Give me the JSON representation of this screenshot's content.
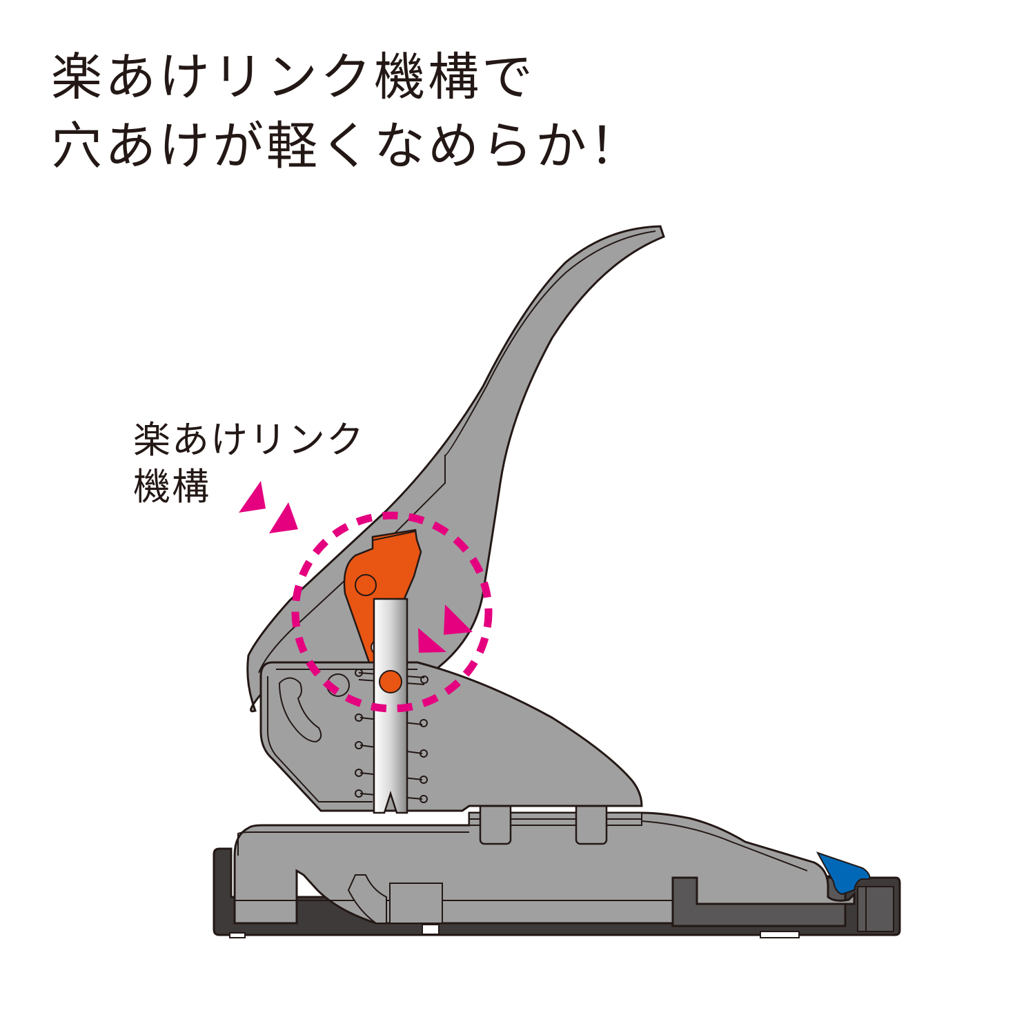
{
  "headline": {
    "line1": "楽あけリンク機構で",
    "line2": "穴あけが軽くなめらか！"
  },
  "callout": {
    "line1": "楽あけリンク",
    "line2": "機構"
  },
  "illustration": {
    "subject": "two-hole paper punch cross-section",
    "highlight": "easy-open link mechanism",
    "colors": {
      "body": "#a0a0a0",
      "outline": "#231815",
      "link": "#e95513",
      "highlight": "#e4007f",
      "base": "#3e3a39",
      "base_inner": "#595757",
      "accent": "#0068b7"
    }
  }
}
